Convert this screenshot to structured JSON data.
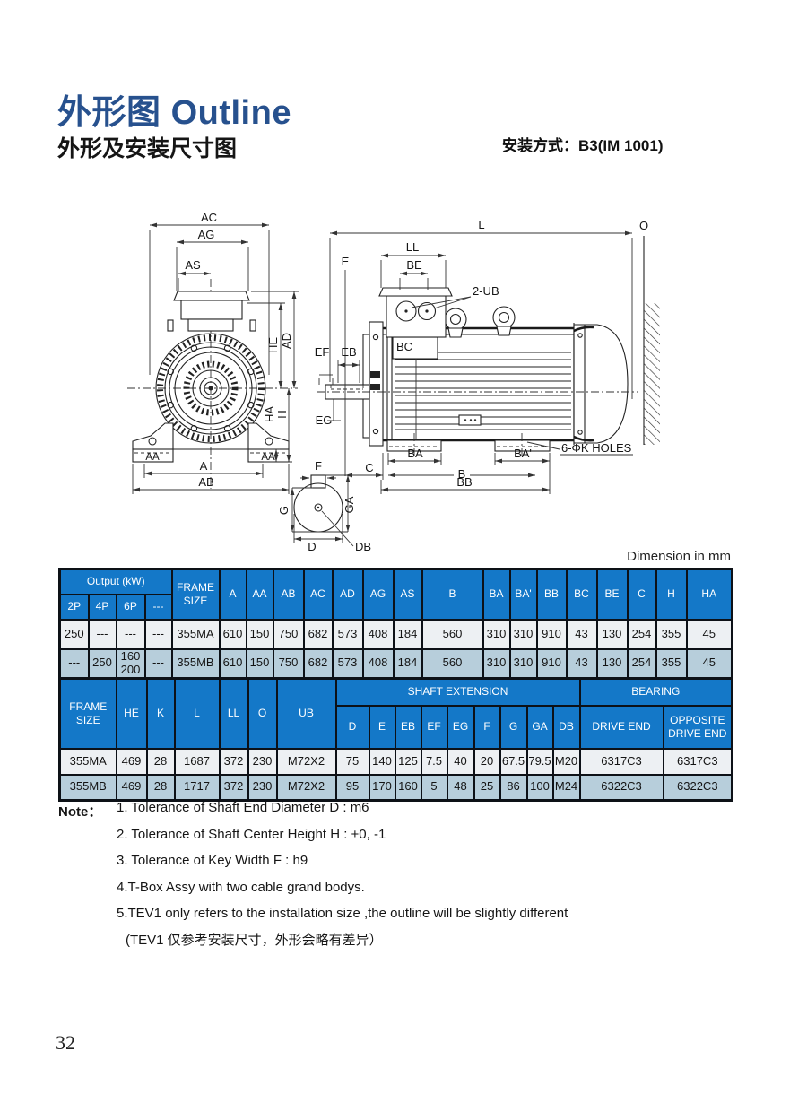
{
  "page": {
    "title_zh": "外形图",
    "title_en": "Outline",
    "subtitle": "外形及安装尺寸图",
    "mount_label": "安装方式：",
    "mount_value": "B3(IM 1001)",
    "dimension_note": "Dimension  in  mm",
    "page_number": "32"
  },
  "colors": {
    "header_blue": "#1478c8",
    "row_light": "#edf0f3",
    "row_shaded": "#b7cedb",
    "title_blue": "#27518e"
  },
  "drawing": {
    "labels": {
      "ac": "AC",
      "ag": "AG",
      "as": "AS",
      "he": "HE",
      "ad": "AD",
      "ha": "HA",
      "h": "H",
      "aa": "AA",
      "a": "A",
      "ab": "AB",
      "l": "L",
      "o": "O",
      "ll": "LL",
      "be": "BE",
      "ub2": "2-UB",
      "e": "E",
      "bc": "BC",
      "ef": "EF",
      "eb": "EB",
      "eg": "EG",
      "ba": "BA",
      "ba_p": "BA'",
      "b": "B",
      "bb": "BB",
      "c": "C",
      "kholes": "6-ΦK HOLES",
      "f": "F",
      "g": "G",
      "ga": "GA",
      "d": "D",
      "db": "DB"
    }
  },
  "table1": {
    "header": {
      "output": "Output (kW)",
      "poles": [
        "2P",
        "4P",
        "6P",
        "---"
      ],
      "frame": "FRAME\nSIZE",
      "dims": [
        "A",
        "AA",
        "AB",
        "AC",
        "AD",
        "AG",
        "AS",
        "B",
        "BA",
        "BA'",
        "BB",
        "BC",
        "BE",
        "C",
        "H",
        "HA"
      ]
    },
    "rows": [
      {
        "p": [
          "250",
          "---",
          "---",
          "---"
        ],
        "frame": "355MA",
        "v": [
          "610",
          "150",
          "750",
          "682",
          "573",
          "408",
          "184",
          "560",
          "310",
          "310",
          "910",
          "43",
          "130",
          "254",
          "355",
          "45"
        ]
      },
      {
        "p": [
          "---",
          "250",
          "160\n200",
          "---"
        ],
        "frame": "355MB",
        "v": [
          "610",
          "150",
          "750",
          "682",
          "573",
          "408",
          "184",
          "560",
          "310",
          "310",
          "910",
          "43",
          "130",
          "254",
          "355",
          "45"
        ]
      }
    ]
  },
  "table2": {
    "header": {
      "frame": "FRAME\nSIZE",
      "cols": [
        "HE",
        "K",
        "L",
        "LL",
        "O",
        "UB"
      ],
      "shaft_group": "SHAFT EXTENSION",
      "shaft_cols": [
        "D",
        "E",
        "EB",
        "EF",
        "EG",
        "F",
        "G",
        "GA",
        "DB"
      ],
      "bearing_group": "BEARING",
      "bearing_cols": [
        "DRIVE END",
        "OPPOSITE\nDRIVE END"
      ]
    },
    "rows": [
      {
        "frame": "355MA",
        "v": [
          "469",
          "28",
          "1687",
          "372",
          "230",
          "M72X2",
          "75",
          "140",
          "125",
          "7.5",
          "40",
          "20",
          "67.5",
          "79.5",
          "M20",
          "6317C3",
          "6317C3"
        ]
      },
      {
        "frame": "355MB",
        "v": [
          "469",
          "28",
          "1717",
          "372",
          "230",
          "M72X2",
          "95",
          "170",
          "160",
          "5",
          "48",
          "25",
          "86",
          "100",
          "M24",
          "6322C3",
          "6322C3"
        ]
      }
    ]
  },
  "notes": {
    "label": "Note：",
    "items": [
      "1. Tolerance  of  Shaft  End  Diameter  D : m6",
      "2. Tolerance  of  Shaft  Center  Height  H : +0,  -1",
      "3. Tolerance  of  Key  Width   F : h9",
      "4.T-Box Assy with two cable grand bodys.",
      "5.TEV1 only refers  to the installation size ,the outline will be slightly different",
      "(TEV1 仅参考安装尺寸，外形会略有差异）"
    ]
  }
}
